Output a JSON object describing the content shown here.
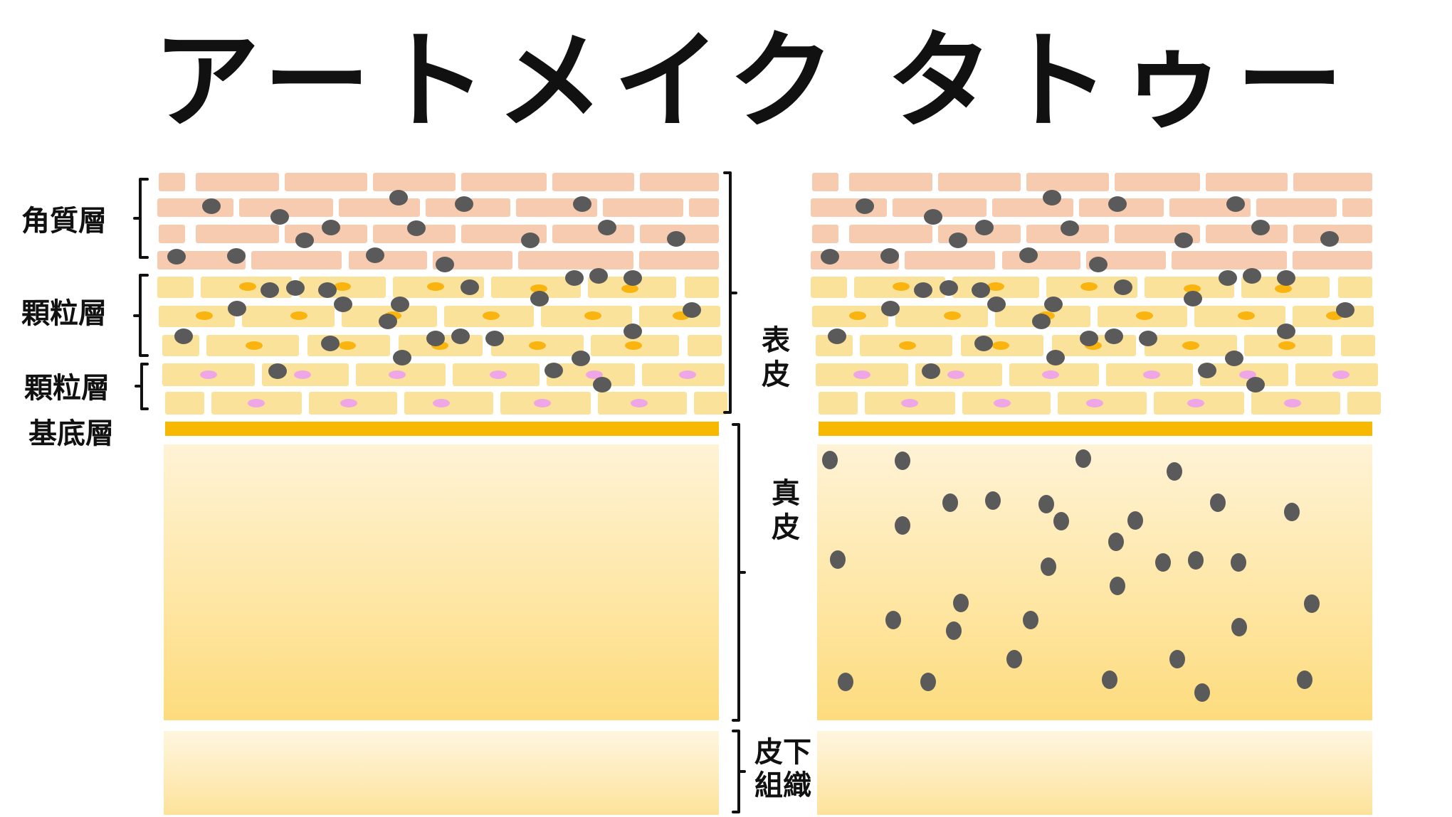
{
  "titles": {
    "left": "アートメイク",
    "right": "タトゥー"
  },
  "layer_labels": {
    "stratum_corneum": "角質層",
    "granular_1": "顆粒層",
    "granular_2": "顆粒層",
    "basal": "基底層"
  },
  "section_labels": {
    "epidermis": "表皮",
    "dermis": "真皮",
    "subcutaneous": "皮下組織"
  },
  "colors": {
    "corneum_cell": "#f6cbb0",
    "granular_cell": "#fbe29b",
    "granule_orange": "#f9b40f",
    "basal_cell": "#fbe29b",
    "basal_nucleus": "#efa6e6",
    "basement_membrane": "#f7b800",
    "dermis_top": "#fff3d6",
    "dermis_bottom": "#fddc7d",
    "subcutaneous_top": "#fff6e0",
    "subcutaneous_bottom": "#fde29a",
    "pigment": "#5a5a5a",
    "bracket": "#111111"
  }
}
